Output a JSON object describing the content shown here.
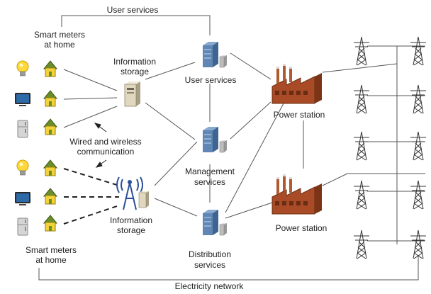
{
  "labels": {
    "user_services_top": "User services",
    "smart_meters_top_1": "Smart meters",
    "smart_meters_top_2": "at home",
    "info_storage_top_1": "Information",
    "info_storage_top_2": "storage",
    "user_services_mid": "User services",
    "power_station_top": "Power station",
    "wired_wireless_1": "Wired and wireless",
    "wired_wireless_2": "communication",
    "management_1": "Management",
    "management_2": "services",
    "info_storage_bottom_1": "Information",
    "info_storage_bottom_2": "storage",
    "power_station_bottom": "Power station",
    "smart_meters_bottom_1": "Smart meters",
    "smart_meters_bottom_2": "at home",
    "distribution_1": "Distribution",
    "distribution_2": "services",
    "electricity_network": "Electricity network"
  },
  "icons": {
    "bulb": "lightbulb-icon",
    "tv": "television-icon",
    "fridge": "refrigerator-icon",
    "house": "house-icon",
    "server": "server-icon",
    "tower": "wireless-tower-icon",
    "factory": "power-station-icon",
    "pylon": "transmission-pylon-icon"
  },
  "colors": {
    "line": "#555555",
    "house_wall": "#f3d23a",
    "house_roof": "#6a8f2a",
    "building_blue": "#5f86b4",
    "factory_red": "#b0502a",
    "tower_blue": "#2c4f9a",
    "pylon": "#333333"
  }
}
